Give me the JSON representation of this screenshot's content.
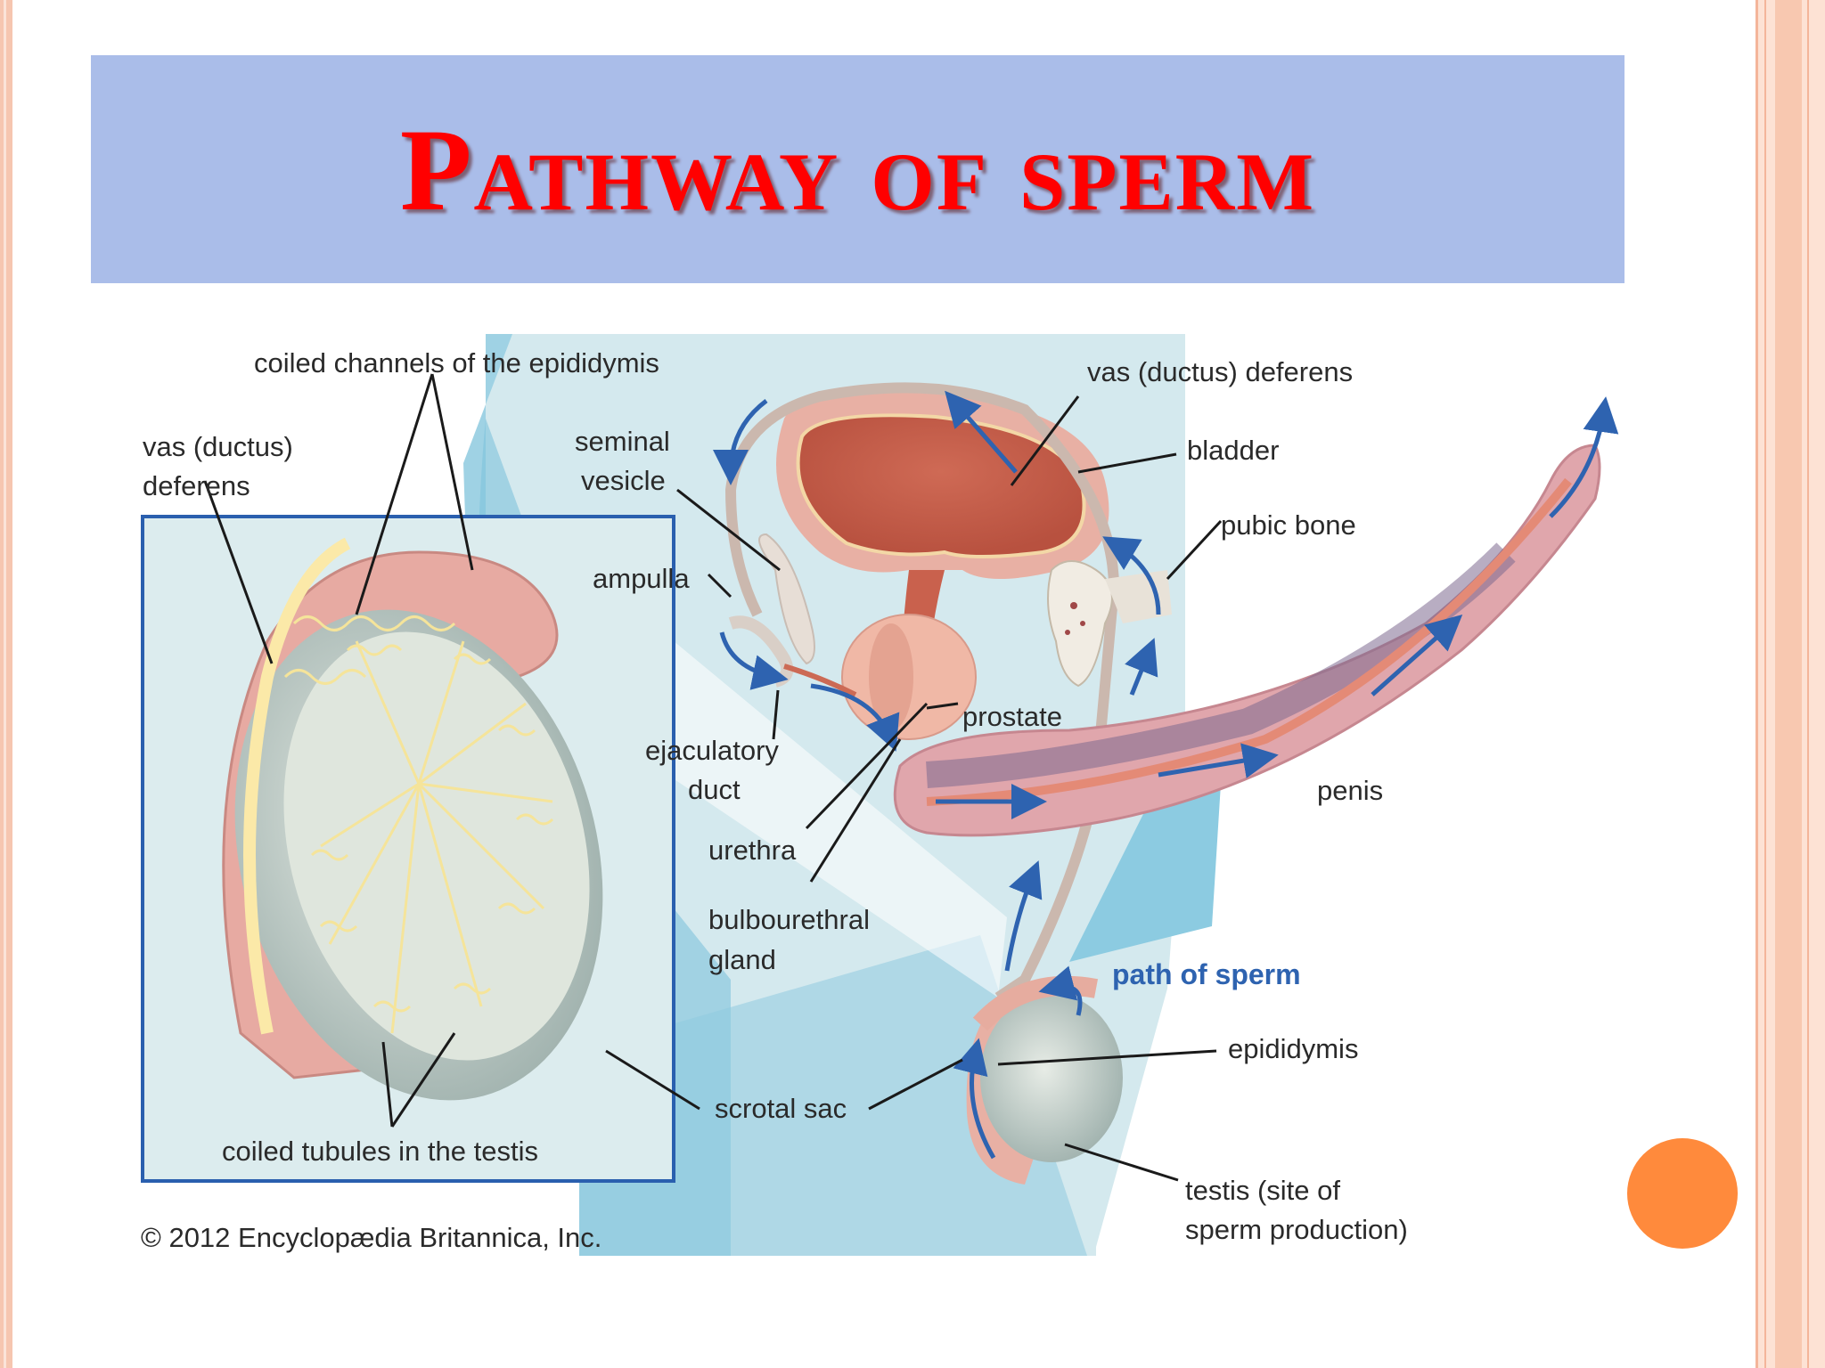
{
  "slide": {
    "title": "Pathway of sperm"
  },
  "labels": {
    "coiled_channels": "coiled channels of the epididymis",
    "vas_left_1": "vas (ductus)",
    "vas_left_2": "deferens",
    "seminal_1": "seminal",
    "seminal_2": "vesicle",
    "ampulla": "ampulla",
    "ejac_1": "ejaculatory",
    "ejac_2": "duct",
    "urethra": "urethra",
    "bulbo_1": "bulbourethral",
    "bulbo_2": "gland",
    "prostate": "prostate",
    "vas_right": "vas (ductus) deferens",
    "bladder": "bladder",
    "pubic_bone": "pubic bone",
    "penis": "penis",
    "path_of_sperm": "path of sperm",
    "epididymis": "epididymis",
    "scrotal_sac": "scrotal sac",
    "testis_1": "testis (site of",
    "testis_2": "sperm production)",
    "coiled_tubules": "coiled tubules in the testis",
    "copyright": "© 2012 Encyclopædia Britannica, Inc."
  },
  "colors": {
    "title_red": "#ff0000",
    "title_band": "#aabde9",
    "path_arrow_blue": "#2e63b0",
    "accent_orange": "#ff8a3c"
  }
}
